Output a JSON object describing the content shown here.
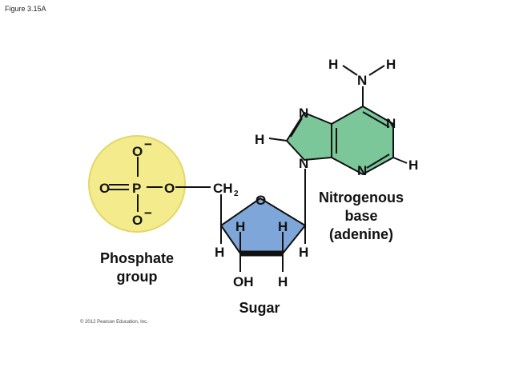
{
  "figure_caption": "Figure 3.15A",
  "colors": {
    "phosphate_fill": "#f4eb8c",
    "phosphate_stroke": "#e3d76a",
    "sugar_fill": "#7ea6d8",
    "base_fill": "#7bc79a",
    "bond": "#111111"
  },
  "phosphate": {
    "atoms": {
      "o_top": "O",
      "o_top_charge": "−",
      "o_left": "O",
      "p": "P",
      "o_right": "O",
      "o_bottom": "O",
      "o_bottom_charge": "−"
    },
    "label_line1": "Phosphate",
    "label_line2": "group"
  },
  "sugar": {
    "atoms": {
      "ch2": "CH",
      "ch2_sub": "2",
      "ring_o": "O",
      "h_c4_in": "H",
      "h_c1_in": "H",
      "h_c4_out": "H",
      "h_c1_out": "H",
      "oh": "OH",
      "h_c2": "H"
    },
    "label": "Sugar"
  },
  "base": {
    "atoms": {
      "n_amine": "N",
      "h_amine_left": "H",
      "h_amine_right": "H",
      "n7": "N",
      "h8": "H",
      "n9": "N",
      "n1": "N",
      "n3": "N",
      "h2": "H"
    },
    "label_line1": "Nitrogenous",
    "label_line2": "base",
    "label_line3": "(adenine)"
  },
  "copyright": "© 2012 Pearson Education, Inc."
}
